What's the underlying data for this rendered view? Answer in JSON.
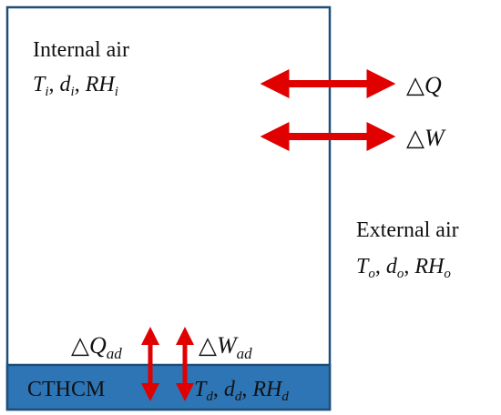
{
  "internal": {
    "title": "Internal air",
    "vars": [
      {
        "sym": "T",
        "sub": "i",
        "sep": ", "
      },
      {
        "sym": "d",
        "sub": "i",
        "sep": ", "
      },
      {
        "sym": "RH",
        "sub": "i",
        "sep": ""
      }
    ]
  },
  "external": {
    "title": "External air",
    "vars": [
      {
        "sym": "T",
        "sub": "o",
        "sep": ", "
      },
      {
        "sym": "d",
        "sub": "o",
        "sep": ", "
      },
      {
        "sym": "RH",
        "sub": "o",
        "sep": ""
      }
    ]
  },
  "exchange": {
    "heat": {
      "delta": "△",
      "sym": "Q"
    },
    "moisture": {
      "delta": "△",
      "sym": "W"
    }
  },
  "material": {
    "name": "CTHCM",
    "vars": [
      {
        "sym": "T",
        "sub": "d",
        "sep": ", "
      },
      {
        "sym": "d",
        "sub": "d",
        "sep": ", "
      },
      {
        "sym": "RH",
        "sub": "d",
        "sep": ""
      }
    ],
    "heat": {
      "delta": "△",
      "sym": "Q",
      "sub": "ad"
    },
    "moisture": {
      "delta": "△",
      "sym": "W",
      "sub": "ad"
    }
  },
  "colors": {
    "border": "#1f4e79",
    "material_fill": "#2e75b6",
    "arrow": "#e00000"
  }
}
